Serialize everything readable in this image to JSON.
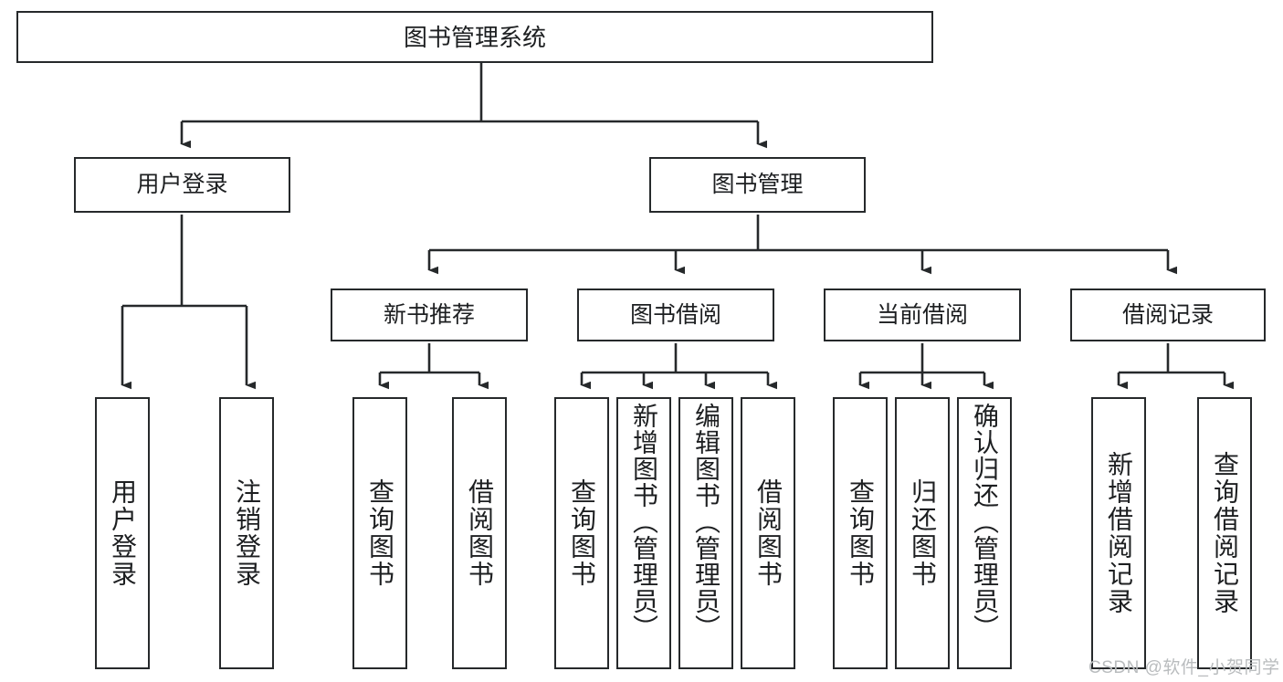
{
  "diagram": {
    "title": "图书管理系统",
    "type": "tree-hierarchy",
    "root": {
      "label": "图书管理系统"
    },
    "level2": [
      {
        "label": "用户登录"
      },
      {
        "label": "图书管理"
      }
    ],
    "level3": [
      {
        "label": "新书推荐"
      },
      {
        "label": "图书借阅"
      },
      {
        "label": "当前借阅"
      },
      {
        "label": "借阅记录"
      }
    ],
    "leaves": {
      "user_login": [
        {
          "label": "用户登录"
        },
        {
          "label": "注销登录"
        }
      ],
      "new_book_recommend": [
        {
          "label": "查询图书"
        },
        {
          "label": "借阅图书"
        }
      ],
      "book_borrow": [
        {
          "label": "查询图书"
        },
        {
          "label": "新增图书（管理员）"
        },
        {
          "label": "编辑图书（管理员）"
        },
        {
          "label": "借阅图书"
        }
      ],
      "current_borrow": [
        {
          "label": "查询图书"
        },
        {
          "label": "归还图书"
        },
        {
          "label": "确认归还（管理员）"
        }
      ],
      "borrow_record": [
        {
          "label": "新增借阅记录"
        },
        {
          "label": "查询借阅记录"
        }
      ]
    }
  },
  "watermark": {
    "text": "CSDN @软件_小贺同学"
  },
  "colors": {
    "stroke": "#26292b",
    "background": "#ffffff",
    "text": "#1d1f21",
    "watermark": "#b9bcbe"
  }
}
